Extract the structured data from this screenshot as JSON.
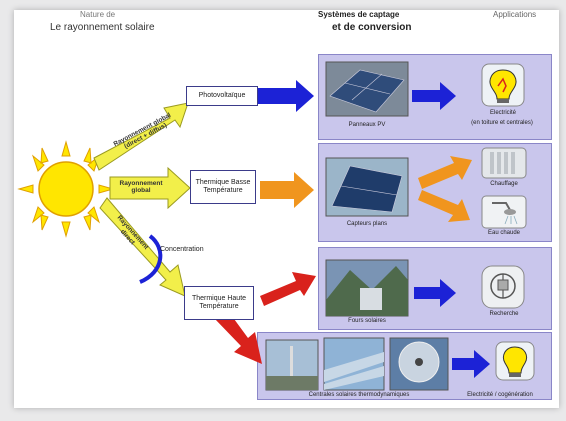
{
  "headers": {
    "left_top": "Nature de",
    "left": "Le rayonnement solaire",
    "mid_top": "Systèmes de captage",
    "mid": "et de conversion",
    "right": "Applications"
  },
  "rays": {
    "global_direct_diffus": "Rayonnement global (direct + diffus)",
    "global": "Rayonnement global",
    "direct": "Rayonnement direct",
    "concentration": "Concentration"
  },
  "boxes": {
    "photovoltaique": "Photovoltaïque",
    "thermique_basse": "Thermique Basse Température",
    "thermique_haute": "Thermique Haute Température"
  },
  "captions": {
    "panneaux_pv": "Panneaux PV",
    "electricite_1": "Electricité",
    "electricite_1_sub": "(en toiture et centrales)",
    "capteurs_plans": "Capteurs plans",
    "chauffage": "Chauffage",
    "eau_chaude": "Eau chaude",
    "fours_solaires": "Fours solaires",
    "recherche": "Recherche",
    "centrales": "Centrales solaires thermodynamiques",
    "electricite_cogen": "Electricité / cogénération"
  },
  "colors": {
    "panel": "#c9c6ec",
    "sun": "#ffe600",
    "blue_arrow": "#1c22d6",
    "orange_arrow": "#f0951e",
    "red_arrow": "#d9221c",
    "yellow_arrow": "#f2ef4a"
  }
}
